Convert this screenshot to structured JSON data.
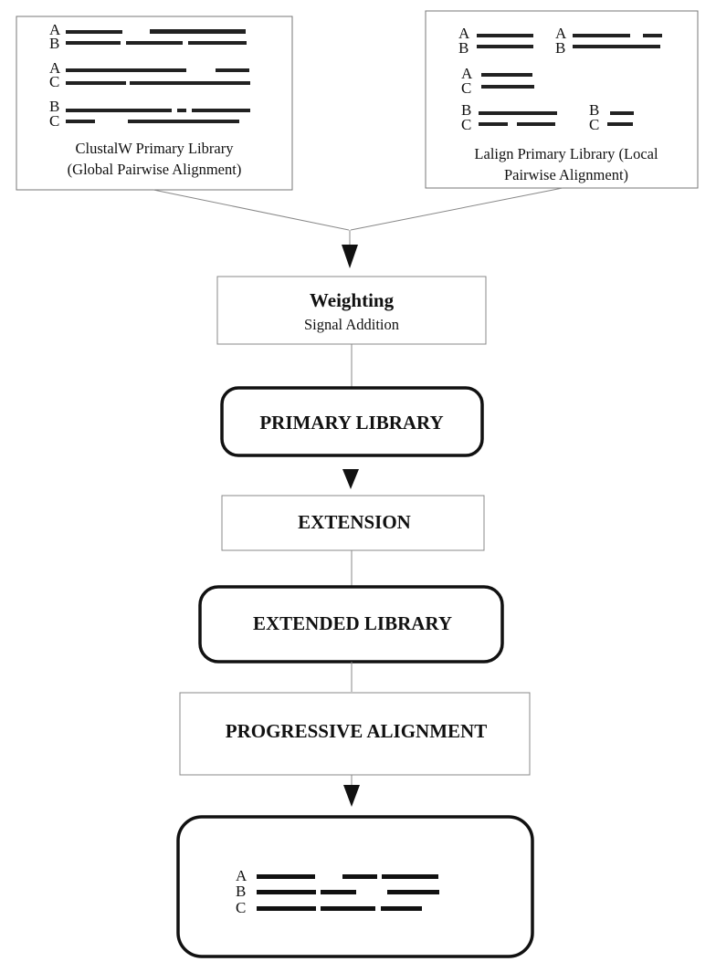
{
  "clustalw": {
    "caption_line1": "ClustalW Primary Library",
    "caption_line2": "(Global Pairwise Alignment)",
    "pairs": [
      [
        "A",
        "B"
      ],
      [
        "A",
        "C"
      ],
      [
        "B",
        "C"
      ]
    ]
  },
  "lalign": {
    "caption_line1": "Lalign Primary Library (Local",
    "caption_line2": "Pairwise Alignment)",
    "pairs": [
      [
        "A",
        "B"
      ],
      [
        "A",
        "B"
      ],
      [
        "A",
        "C"
      ],
      [
        "B",
        "C"
      ],
      [
        "B",
        "C"
      ]
    ]
  },
  "weighting": {
    "title": "Weighting",
    "subtitle": "Signal Addition"
  },
  "primary_library": "PRIMARY LIBRARY",
  "extension": "EXTENSION",
  "extended_library": "EXTENDED LIBRARY",
  "progressive_alignment": "PROGRESSIVE ALIGNMENT",
  "final_alignment": {
    "rows": [
      "A",
      "B",
      "C"
    ]
  }
}
